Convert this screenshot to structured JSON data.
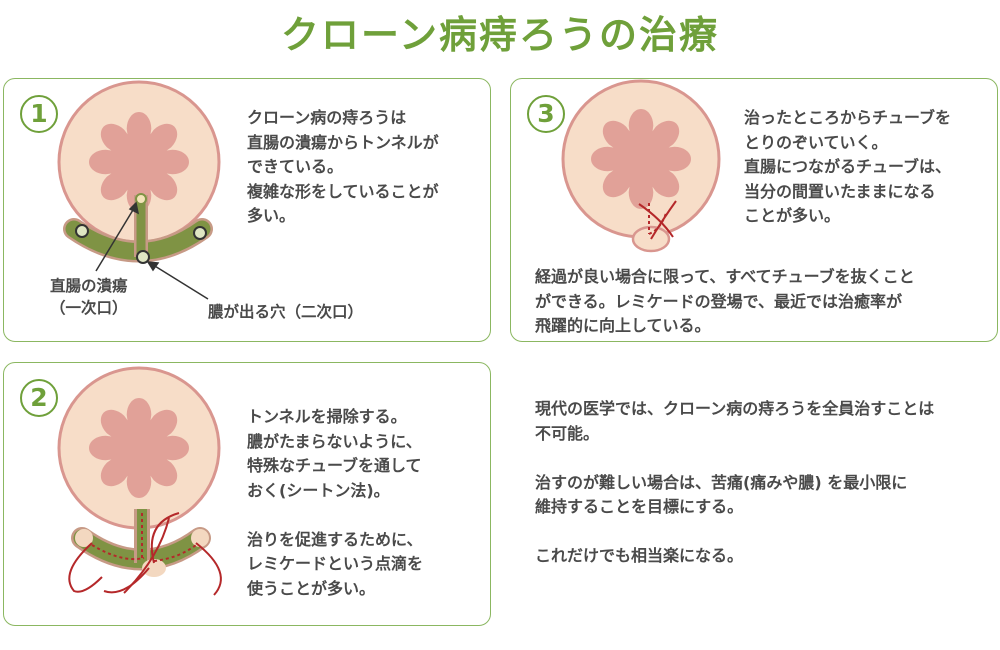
{
  "title": "クローン病痔ろうの治療",
  "panels": [
    {
      "number": "1",
      "text": "クローン病の痔ろうは\n直腸の潰瘍からトンネルが\nできている。\n複雑な形をしていることが\n多い。",
      "label_ulcer": "直腸の潰瘍\n（一次口）",
      "label_pus": "膿が出る穴（二次口）"
    },
    {
      "number": "2",
      "text": "トンネルを掃除する。\n膿がたまらないように、\n特殊なチューブを通して\nおく(シートン法)。\n\n治りを促進するために、\nレミケードという点滴を\n使うことが多い。"
    },
    {
      "number": "3",
      "text": "治ったところからチューブを\nとりのぞいていく。\n直腸につながるチューブは、\n当分の間置いたままになる\nことが多い。",
      "text_bottom": "経過が良い場合に限って、すべてチューブを抜くこと\nができる。レミケードの登場で、最近では治癒率が\n飛躍的に向上している。"
    }
  ],
  "closing_text": "現代の医学では、クローン病の痔ろうを全員治すことは\n不可能。\n\n治すのが難しい場合は、苦痛(痛みや膿) を最小限に\n維持することを目標にする。\n\nこれだけでも相当楽になる。",
  "colors": {
    "accent": "#6fa03a",
    "border": "#8bb761",
    "rectum_fill": "#f7ddc8",
    "rectum_edge": "#d9968f",
    "lumen": "#e1a198",
    "tunnel": "#7f9344",
    "seton": "#b5282a"
  }
}
